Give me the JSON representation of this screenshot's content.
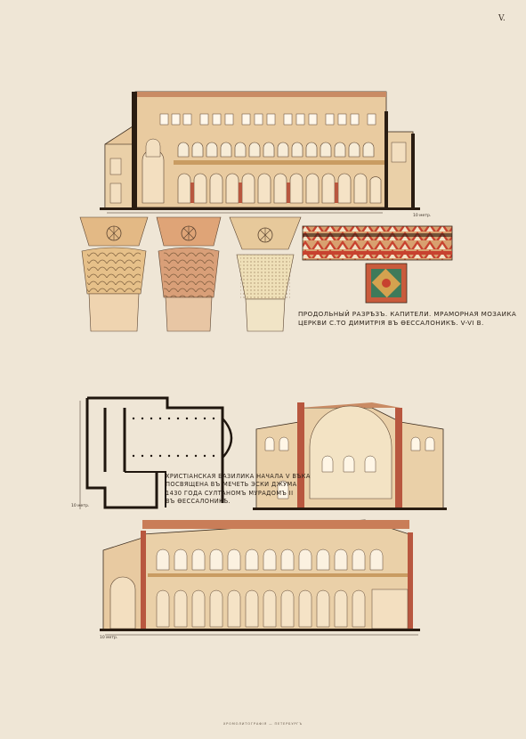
{
  "plate": {
    "number": "V."
  },
  "captions": {
    "top_lines": [
      "ПРОДОЛЬНЫЙ РАЗРѢЗЪ. КАПИТЕЛИ. МРАМОРНАЯ МОЗАИКА",
      "ЦЕРКВИ С.ТО ДИМИТРІЯ ВЪ ѲЕССАЛОНИКѢ. V-VI В."
    ],
    "bottom_lines": [
      "ХРИСТІАНСКАЯ БАЗИЛИКА НАЧАЛА V ВѢКА",
      "ПОСВЯЩЕНА ВЪ МЕЧЕТЬ ЭСКИ ДЖУМА",
      "1430 ГОДА СУЛТАНОМЪ МУРАДОМЪ II",
      "ВЪ ѲЕССАЛОНИКѢ."
    ],
    "scale_top": "10 метр.",
    "scale_plan": "10 метр.",
    "scale_bottom": "10 метр.",
    "printer": "ХРОМОЛИТОГРАФІЯ — ПЕТЕРБУРГЪ"
  },
  "colors": {
    "paper": "#efe6d6",
    "ink": "#2b2118",
    "stone": "#ecd1a4",
    "stone_dark": "#c99c62",
    "brick": "#b8573f",
    "roof": "#c97d58",
    "mosaic_red": "#c7422f",
    "mosaic_green": "#3f7a5a"
  }
}
